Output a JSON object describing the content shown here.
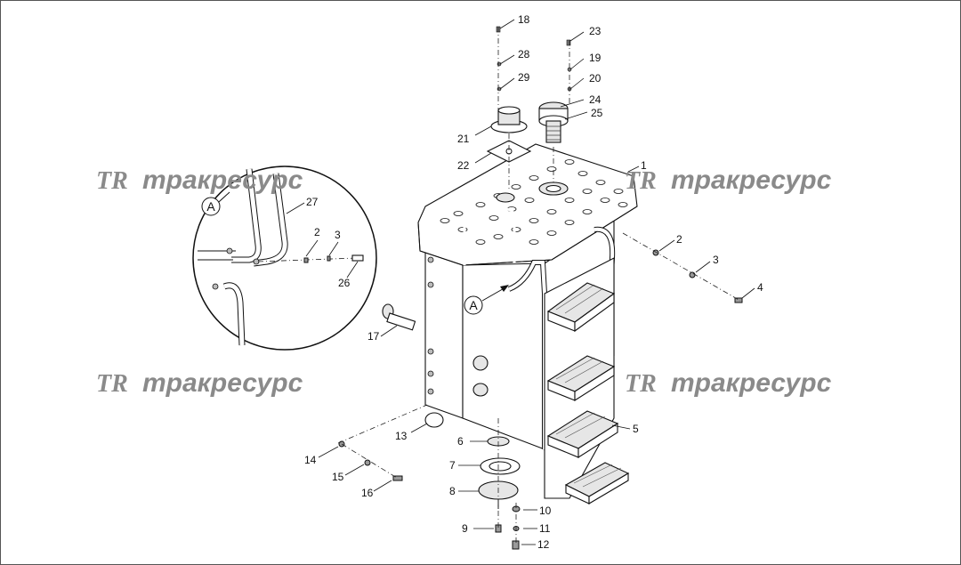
{
  "watermark": {
    "logo": "TR",
    "brand": "тракресурс"
  },
  "detail_callout": "A",
  "parts": [
    {
      "id": "p1",
      "label": "1"
    },
    {
      "id": "p2",
      "label": "2"
    },
    {
      "id": "p2d",
      "label": "2"
    },
    {
      "id": "p3",
      "label": "3"
    },
    {
      "id": "p3d",
      "label": "3"
    },
    {
      "id": "p4",
      "label": "4"
    },
    {
      "id": "p5",
      "label": "5"
    },
    {
      "id": "p6",
      "label": "6"
    },
    {
      "id": "p7",
      "label": "7"
    },
    {
      "id": "p8",
      "label": "8"
    },
    {
      "id": "p9",
      "label": "9"
    },
    {
      "id": "p10",
      "label": "10"
    },
    {
      "id": "p11",
      "label": "11"
    },
    {
      "id": "p12",
      "label": "12"
    },
    {
      "id": "p13",
      "label": "13"
    },
    {
      "id": "p14",
      "label": "14"
    },
    {
      "id": "p15",
      "label": "15"
    },
    {
      "id": "p16",
      "label": "16"
    },
    {
      "id": "p17",
      "label": "17"
    },
    {
      "id": "p18",
      "label": "18"
    },
    {
      "id": "p19",
      "label": "19"
    },
    {
      "id": "p20",
      "label": "20"
    },
    {
      "id": "p21",
      "label": "21"
    },
    {
      "id": "p22",
      "label": "22"
    },
    {
      "id": "p23",
      "label": "23"
    },
    {
      "id": "p24",
      "label": "24"
    },
    {
      "id": "p25",
      "label": "25"
    },
    {
      "id": "p26",
      "label": "26"
    },
    {
      "id": "p27",
      "label": "27"
    },
    {
      "id": "p28",
      "label": "28"
    },
    {
      "id": "p29",
      "label": "29"
    }
  ]
}
